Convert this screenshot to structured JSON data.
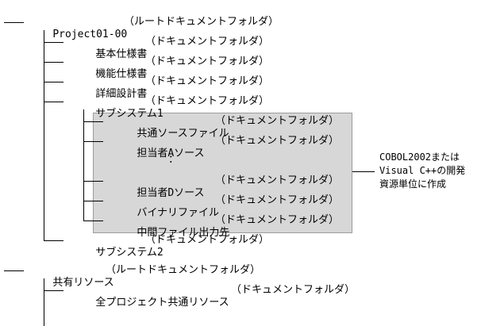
{
  "title": "",
  "nodes": {
    "project_root": {
      "name": "Project01-00",
      "kind": "（ルートドキュメントフォルダ）"
    },
    "basic_spec": {
      "name": "基本仕様書",
      "kind": "（ドキュメントフォルダ）"
    },
    "function_spec": {
      "name": "機能仕様書",
      "kind": "（ドキュメントフォルダ）"
    },
    "detail_design": {
      "name": "詳細設計書",
      "kind": "（ドキュメントフォルダ）"
    },
    "subsystem1": {
      "name": "サブシステム1",
      "kind": "（ドキュメントフォルダ）"
    },
    "common_source": {
      "name": "共通ソースファイル",
      "kind": "（ドキュメントフォルダ）"
    },
    "source_a": {
      "name": "担当者Aソース",
      "kind": "（ドキュメントフォルダ）"
    },
    "ellipsis": {
      "name": "："
    },
    "source_d": {
      "name": "担当者Dソース",
      "kind": "（ドキュメントフォルダ）"
    },
    "binary": {
      "name": "バイナリファイル",
      "kind": "（ドキュメントフォルダ）"
    },
    "intermediate_out": {
      "name": "中間ファイル出力先",
      "kind": "（ドキュメントフォルダ）"
    },
    "subsystem2": {
      "name": "サブシステム2",
      "kind": "（ドキュメントフォルダ）"
    },
    "shared_root": {
      "name": "共有リソース",
      "kind": "（ルートドキュメントフォルダ）"
    },
    "all_project_common": {
      "name": "全プロジェクト共通リソース",
      "kind": "（ドキュメントフォルダ）"
    }
  },
  "annotation": {
    "lines": [
      "COBOL2002または",
      "Visual C++の開発",
      "資源単位に作成"
    ]
  },
  "colors": {
    "highlight_fill": "#d7d7d7",
    "highlight_border": "#9c9c9c",
    "line": "#000000"
  }
}
